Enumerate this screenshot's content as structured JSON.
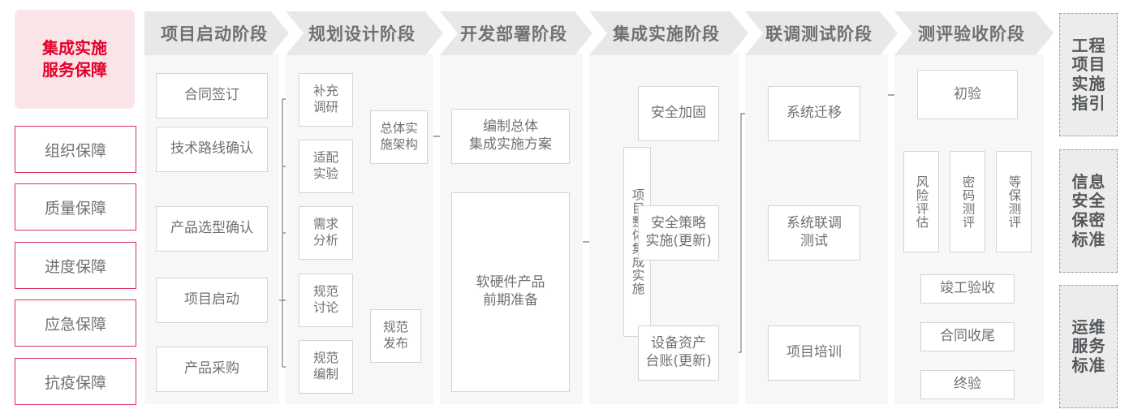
{
  "diagram": {
    "title_block": {
      "line1": "集成实施",
      "line2": "服务保障"
    },
    "guarantee_items": [
      {
        "label": "组织保障"
      },
      {
        "label": "质量保障"
      },
      {
        "label": "进度保障"
      },
      {
        "label": "应急保障"
      },
      {
        "label": "抗疫保障"
      }
    ],
    "phases": [
      {
        "id": "p1",
        "header": "项目启动阶段"
      },
      {
        "id": "p2",
        "header": "规划设计阶段"
      },
      {
        "id": "p3",
        "header": "开发部署阶段"
      },
      {
        "id": "p4",
        "header": "集成实施阶段"
      },
      {
        "id": "p5",
        "header": "联调测试阶段"
      },
      {
        "id": "p6",
        "header": "测评验收阶段"
      }
    ],
    "nodes": {
      "p1_n1": "合同签订",
      "p1_n2": "技术路线确认",
      "p1_n3": "产品选型确认",
      "p1_n4": "项目启动",
      "p1_n5": "产品采购",
      "p2_n1": "补充\n调研",
      "p2_n2": "适配\n实验",
      "p2_n3": "需求\n分析",
      "p2_n4": "规范\n讨论",
      "p2_n5": "规范\n编制",
      "p2_n6": "总体实\n施架构",
      "p2_n7": "规范\n发布",
      "p3_n1": "编制总体\n集成实施方案",
      "p3_n2": "软硬件产品\n前期准备",
      "p4_n0": "项目整体集成实施",
      "p4_n1": "安全加固",
      "p4_n2": "安全策略\n实施(更新)",
      "p4_n3": "设备资产\n台账(更新)",
      "p5_n1": "系统迁移",
      "p5_n2": "系统联调\n测试",
      "p5_n3": "项目培训",
      "p6_n1": "初验",
      "p6_n2": "风险评估",
      "p6_n3": "密码测评",
      "p6_n4": "等保测评",
      "p6_n5": "竣工验收",
      "p6_n6": "合同收尾",
      "p6_n7": "终验"
    },
    "standards": [
      {
        "id": "s1",
        "chars": [
          "程",
          "工",
          "目",
          "项",
          "施",
          "实",
          "引",
          "指"
        ],
        "text": "工程项目实施指引"
      },
      {
        "id": "s2",
        "chars": [
          "息",
          "信",
          "全",
          "安",
          "密",
          "保",
          "准",
          "标"
        ],
        "text": "信息安全保密标准"
      },
      {
        "id": "s3",
        "chars": [
          "维",
          "运",
          "务",
          "服",
          "准",
          "标"
        ],
        "text": "运维服务标准"
      }
    ],
    "colors": {
      "brand_red": "#e2002a",
      "red_border": "#d6335a",
      "red_fill": "#fbe4e8",
      "panel_bg": "#f7f7f7",
      "header_bg": "#e8e8e8",
      "node_border": "#d2d4d6",
      "text_gray": "#6e7174",
      "wire": "#8e9194"
    }
  }
}
